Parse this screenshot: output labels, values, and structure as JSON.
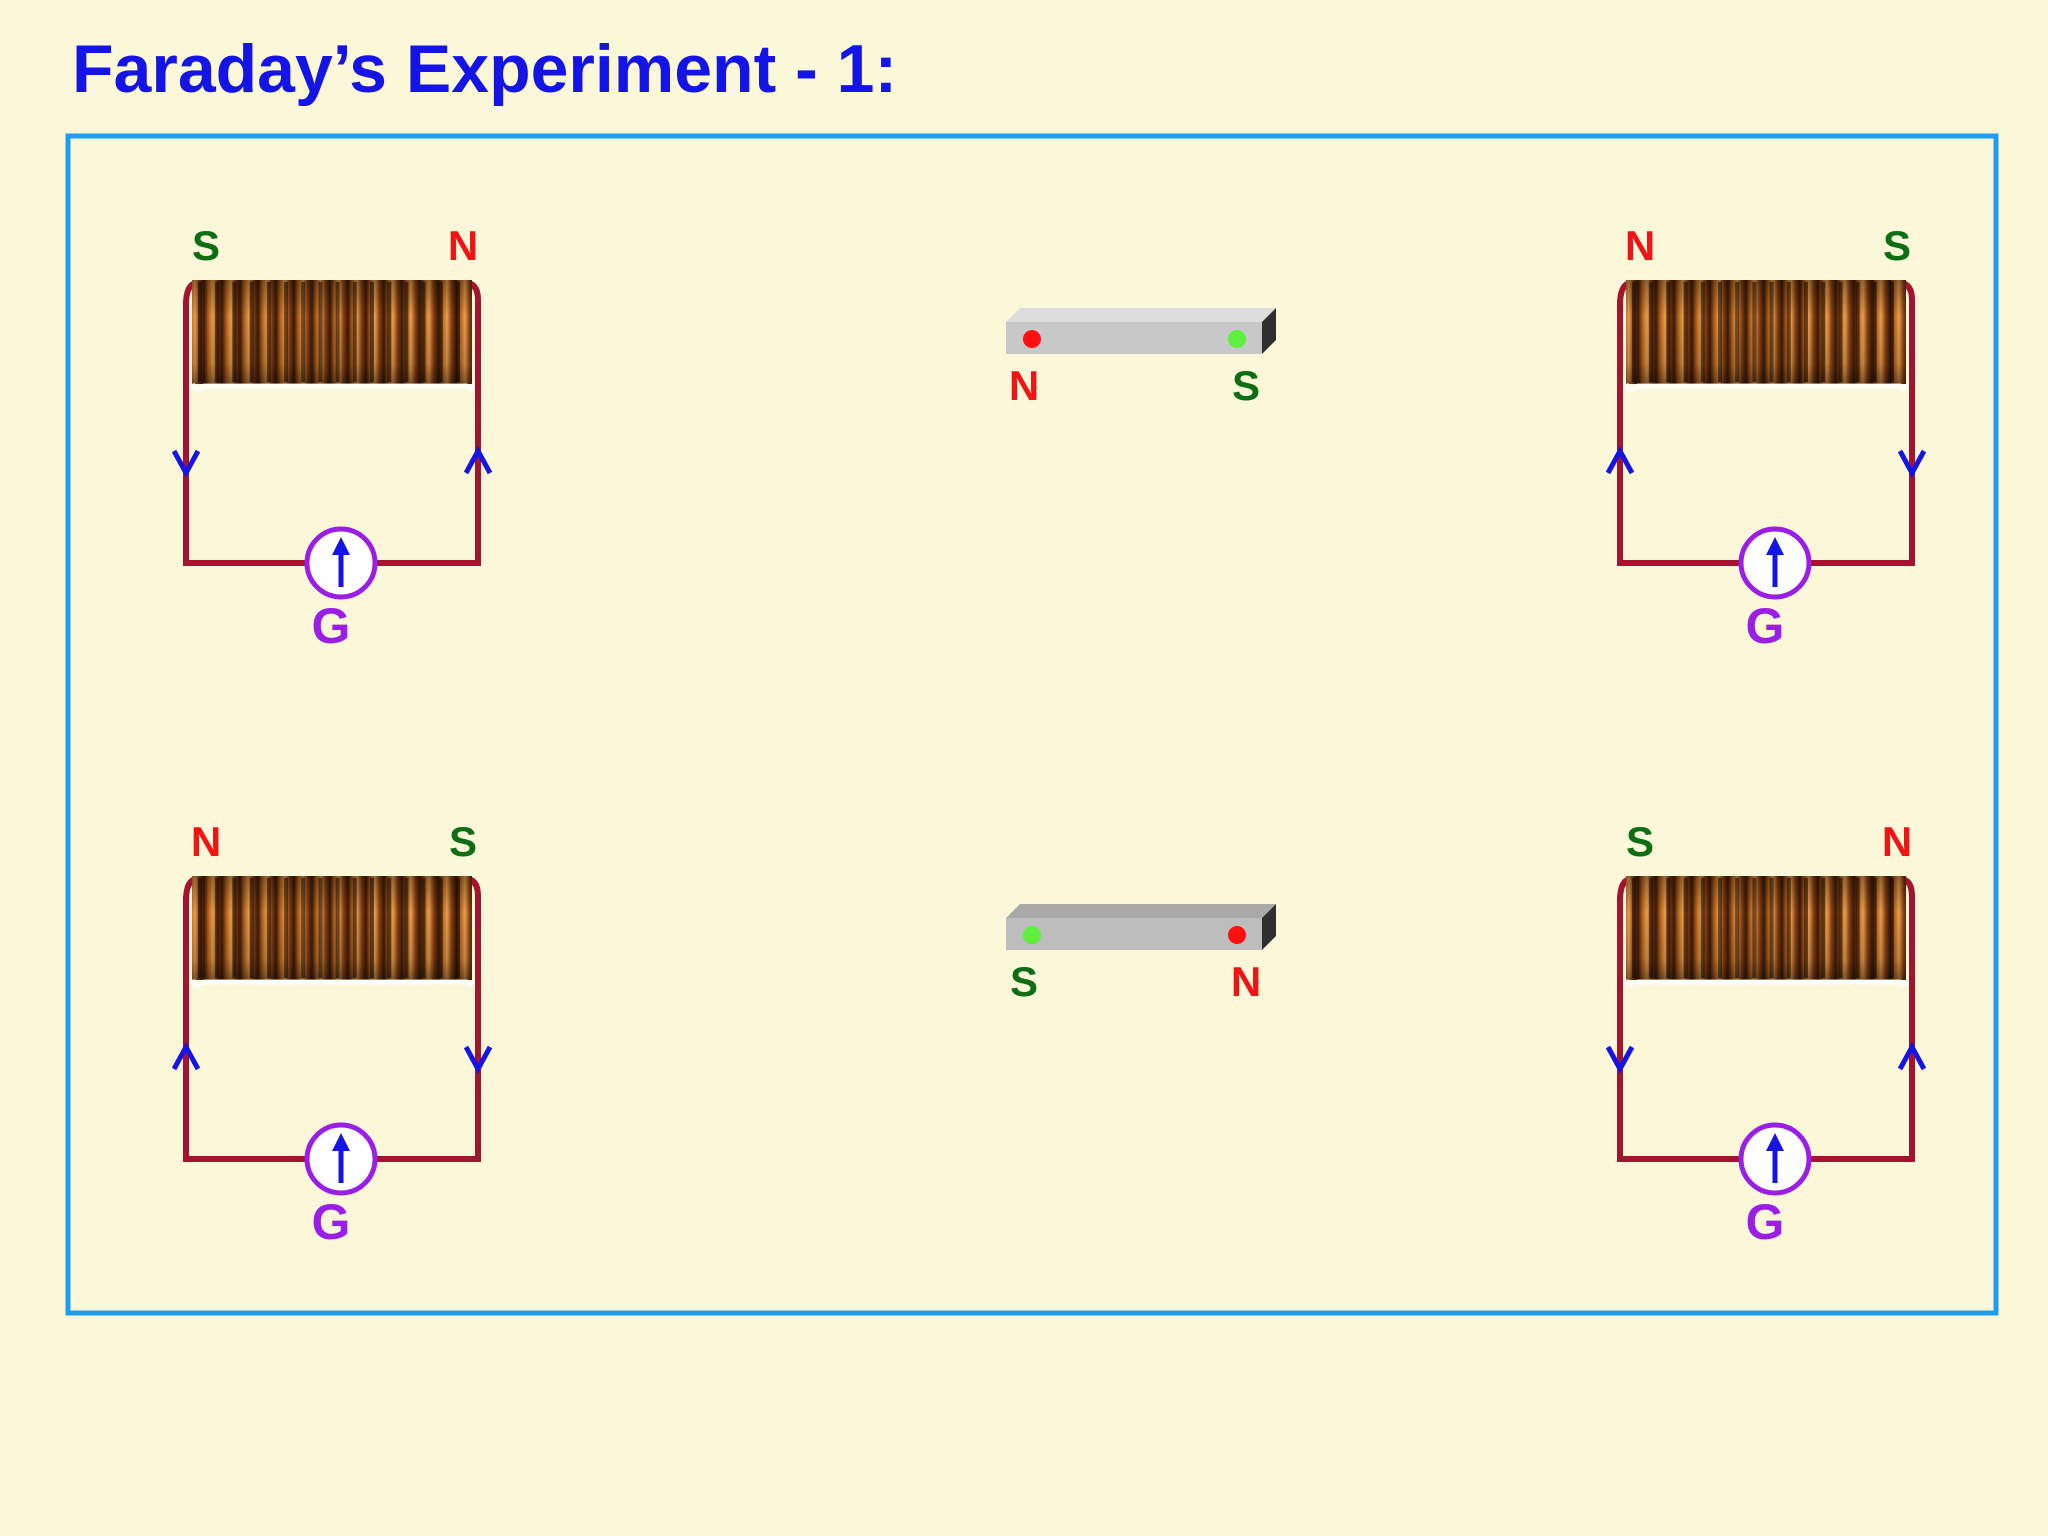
{
  "title": "Faraday’s Experiment - 1:",
  "colors": {
    "background": "#fbf8da",
    "frame": "#1e9cf0",
    "title": "#1414e6",
    "wire": "#a3142e",
    "current_arrow": "#1414e6",
    "galvanometer": "#9a1ee6",
    "north_pole": "#f01414",
    "south_pole": "#0f6e14",
    "north_dot": "#ff1010",
    "south_dot": "#5ef03c",
    "coil_copper": "#b8641c"
  },
  "setups": [
    {
      "coil_left_pole": "S",
      "coil_right_pole": "N",
      "left_current": "down",
      "right_current": "up",
      "galvanometer_label": "G",
      "galvanometer_icon": "galvanometer-needle-icon"
    },
    {
      "coil_left_pole": "N",
      "coil_right_pole": "S",
      "left_current": "up",
      "right_current": "down",
      "galvanometer_label": "G",
      "galvanometer_icon": "galvanometer-needle-icon"
    },
    {
      "coil_left_pole": "N",
      "coil_right_pole": "S",
      "left_current": "up",
      "right_current": "down",
      "galvanometer_label": "G",
      "galvanometer_icon": "galvanometer-needle-icon"
    },
    {
      "coil_left_pole": "S",
      "coil_right_pole": "N",
      "left_current": "down",
      "right_current": "up",
      "galvanometer_label": "G",
      "galvanometer_icon": "galvanometer-needle-icon"
    }
  ],
  "magnets": [
    {
      "left_pole": "N",
      "right_pole": "S",
      "icon": "bar-magnet-icon"
    },
    {
      "left_pole": "S",
      "right_pole": "N",
      "icon": "bar-magnet-icon"
    }
  ]
}
